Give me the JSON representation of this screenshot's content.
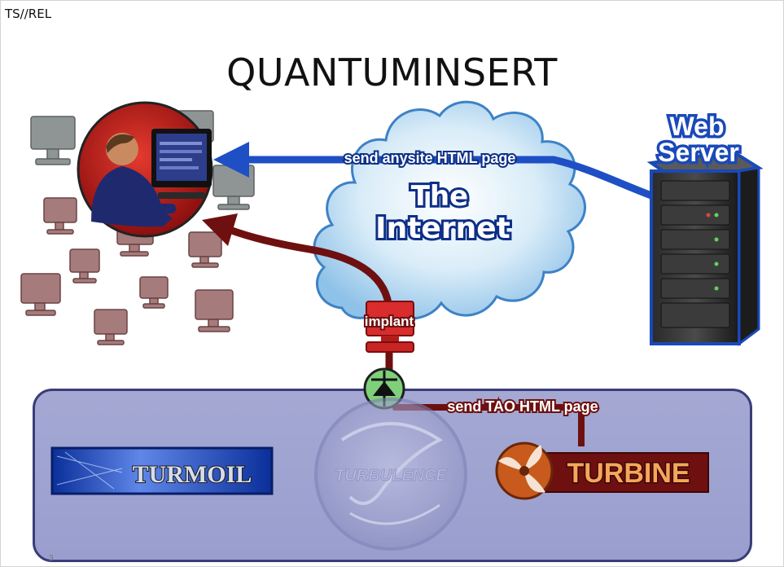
{
  "header": {
    "classification": "TS//REL",
    "title": "QUANTUMINSERT"
  },
  "nodes": {
    "web_server": {
      "label_line1": "Web",
      "label_line2": "Server"
    },
    "internet": {
      "label_line1": "The",
      "label_line2": "Internet"
    },
    "implant": {
      "label": "implant"
    },
    "turmoil": {
      "label": "TURMOIL"
    },
    "turbulence": {
      "label": "TURBULENCE"
    },
    "turbine": {
      "label": "TURBINE"
    }
  },
  "edges": {
    "anysite": {
      "label": "send anysite HTML page",
      "color": "#1f4fc4"
    },
    "tao": {
      "label": "send TAO HTML page",
      "color": "#6e1010"
    }
  },
  "footer": {
    "page_number": "3"
  },
  "colors": {
    "panel": "#9fa3d1",
    "panel_border": "#3a3d77",
    "arrow_blue": "#1f4fc4",
    "arrow_red": "#6e1010",
    "target_circle": "#c01c1c",
    "turbine_orange": "#c75a1c"
  }
}
